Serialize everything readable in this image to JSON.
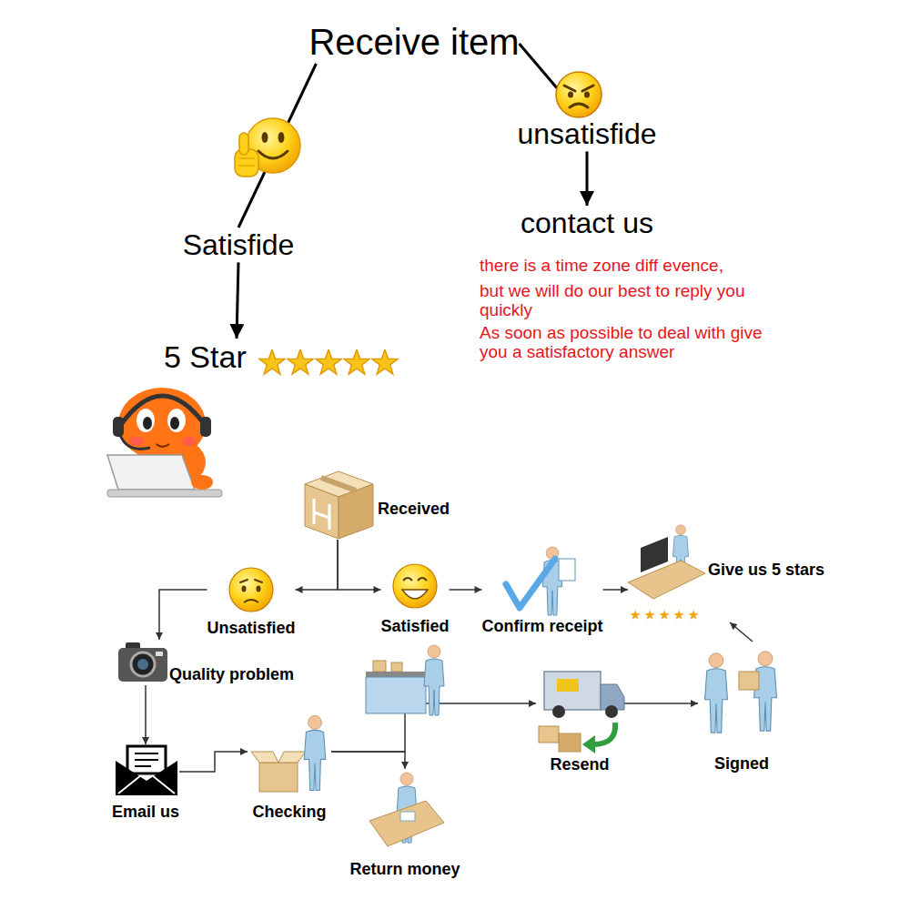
{
  "diagram": {
    "nodes": [
      {
        "text": [
          "Receive item"
        ]
      },
      {
        "text": [
          "Satisfide"
        ]
      },
      {
        "text": [
          "5 Star"
        ]
      },
      {
        "text": [
          "unsatisfide"
        ]
      },
      {
        "text": [
          "contact us"
        ]
      },
      {
        "text": [
          "Received"
        ]
      },
      {
        "text": [
          "Unsatisfied"
        ]
      },
      {
        "text": [
          "Satisfied"
        ]
      },
      {
        "text": [
          "Confirm receipt"
        ]
      },
      {
        "text": [
          "Give us 5 stars"
        ]
      },
      {
        "text": [
          "Quality problem"
        ]
      },
      {
        "text": [
          "Email us"
        ]
      },
      {
        "text": [
          "Checking"
        ]
      },
      {
        "text": [
          "Return money"
        ]
      },
      {
        "text": [
          "Resend"
        ]
      },
      {
        "text": [
          "Signed"
        ]
      }
    ],
    "edges": [
      {
        "from": 0,
        "to": 1,
        "arrow": "none"
      },
      {
        "from": 1,
        "to": 2,
        "arrow": "to"
      },
      {
        "from": 0,
        "to": 3,
        "arrow": "none"
      },
      {
        "from": 3,
        "to": 4,
        "arrow": "to"
      },
      {
        "from": 5,
        "to": 6,
        "arrow": "to"
      },
      {
        "from": 5,
        "to": 7,
        "arrow": "to"
      },
      {
        "from": 7,
        "to": 8,
        "arrow": "to"
      },
      {
        "from": 8,
        "to": 9,
        "arrow": "to"
      },
      {
        "from": 6,
        "to": 10,
        "arrow": "to"
      },
      {
        "from": 10,
        "to": 11,
        "arrow": "to"
      },
      {
        "from": 11,
        "to": 12,
        "arrow": "to"
      },
      {
        "from": 12,
        "to": 14,
        "arrow": "to"
      },
      {
        "from": 12,
        "to": 13,
        "arrow": "to"
      },
      {
        "from": 14,
        "to": 15,
        "arrow": "to"
      },
      {
        "from": 15,
        "to": 9,
        "arrow": "to"
      }
    ],
    "labels": [
      "there is a time zone diff evence,",
      "but we will do our best to reply you quickly",
      "As soon as possible to deal with give you a satisfactory answer"
    ]
  }
}
